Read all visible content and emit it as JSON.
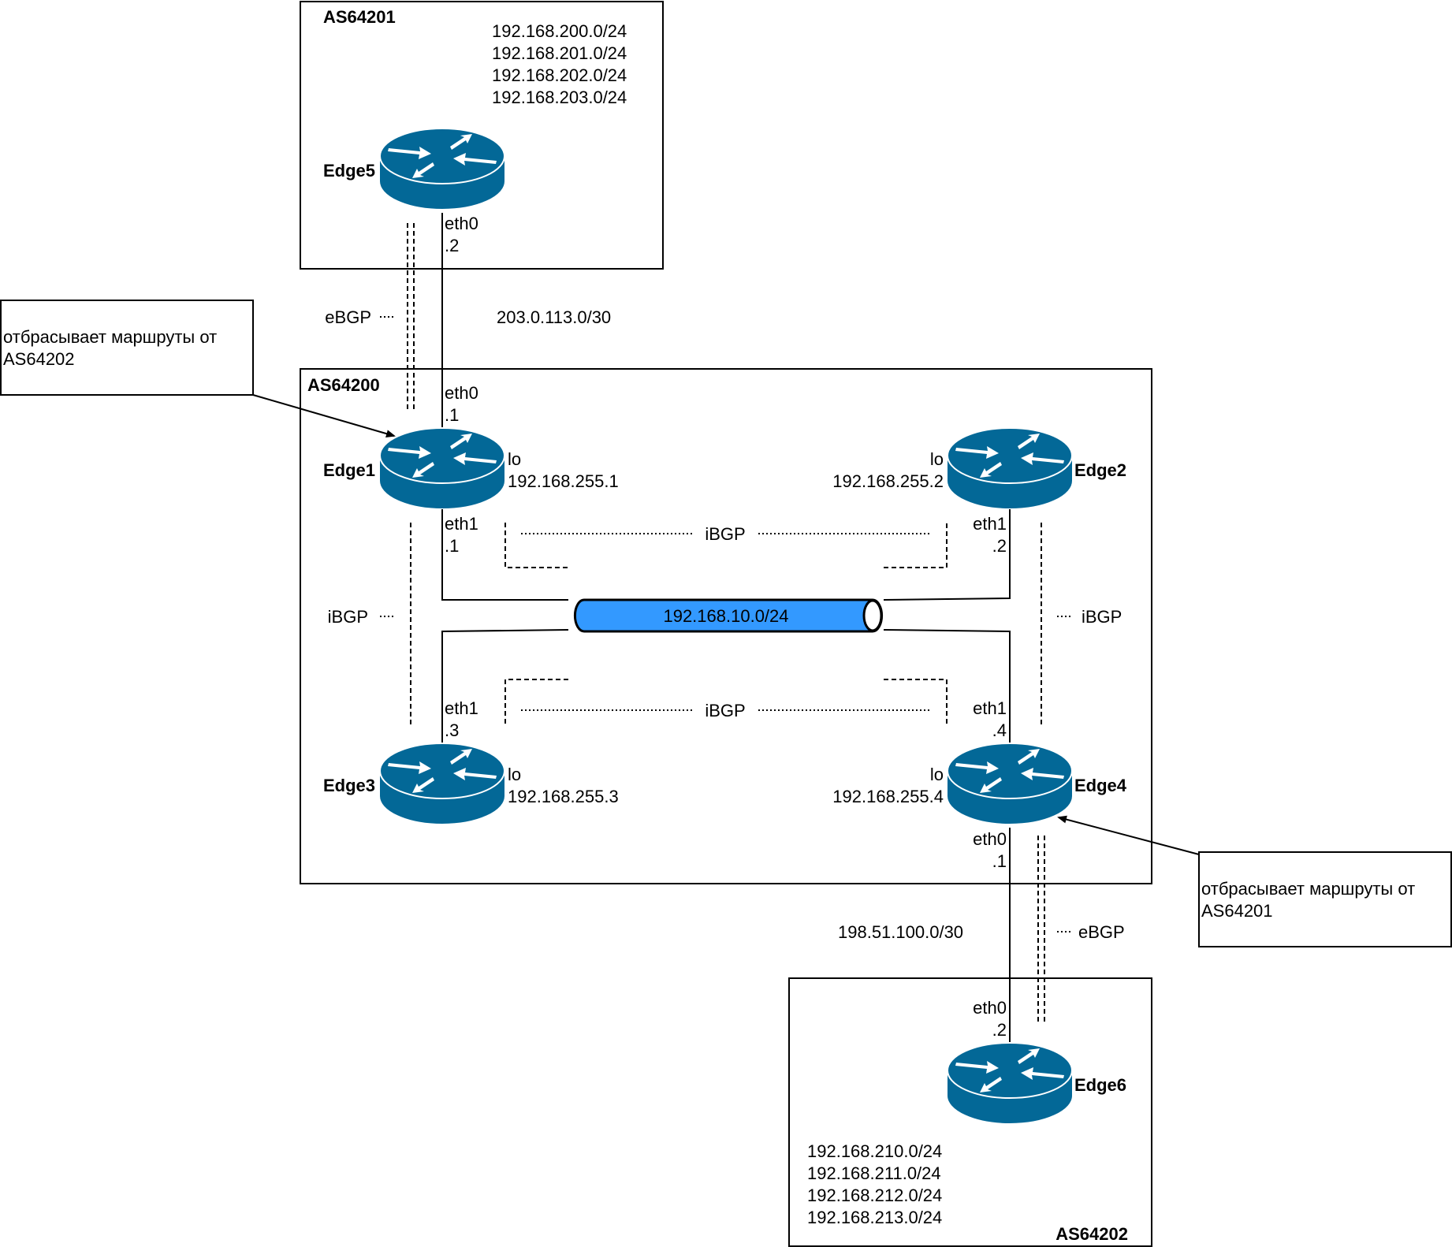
{
  "colors": {
    "router_body": "#036897",
    "bus_fill": "#3399ff",
    "line": "#000000",
    "background": "#ffffff"
  },
  "groups": {
    "as64201": {
      "title": "AS64201",
      "networks": [
        "192.168.200.0/24",
        "192.168.201.0/24",
        "192.168.202.0/24",
        "192.168.203.0/24"
      ]
    },
    "as64200": {
      "title": "AS64200"
    },
    "as64202": {
      "title": "AS64202",
      "networks": [
        "192.168.210.0/24",
        "192.168.211.0/24",
        "192.168.212.0/24",
        "192.168.213.0/24"
      ]
    }
  },
  "routers": {
    "edge1": {
      "name": "Edge1",
      "icon": "router-icon",
      "lo_label": "lo",
      "lo_ip": "192.168.255.1",
      "eth0": "eth0",
      "eth0_ip": ".1",
      "eth1": "eth1",
      "eth1_ip": ".1"
    },
    "edge2": {
      "name": "Edge2",
      "icon": "router-icon",
      "lo_label": "lo",
      "lo_ip": "192.168.255.2",
      "eth1": "eth1",
      "eth1_ip": ".2"
    },
    "edge3": {
      "name": "Edge3",
      "icon": "router-icon",
      "lo_label": "lo",
      "lo_ip": "192.168.255.3",
      "eth1": "eth1",
      "eth1_ip": ".3"
    },
    "edge4": {
      "name": "Edge4",
      "icon": "router-icon",
      "lo_label": "lo",
      "lo_ip": "192.168.255.4",
      "eth0": "eth0",
      "eth0_ip": ".1",
      "eth1": "eth1",
      "eth1_ip": ".4"
    },
    "edge5": {
      "name": "Edge5",
      "icon": "router-icon",
      "eth0": "eth0",
      "eth0_ip": ".2"
    },
    "edge6": {
      "name": "Edge6",
      "icon": "router-icon",
      "eth0": "eth0",
      "eth0_ip": ".2"
    }
  },
  "links": {
    "top_subnet": "203.0.113.0/30",
    "bottom_subnet": "198.51.100.0/30",
    "bus_subnet": "192.168.10.0/24"
  },
  "sessions": {
    "ebgp_top": "eBGP",
    "ebgp_bottom": "eBGP",
    "ibgp_top": "iBGP",
    "ibgp_bottom": "iBGP",
    "ibgp_left": "iBGP",
    "ibgp_right": "iBGP"
  },
  "notes": {
    "left": [
      "отбрасывает маршруты от",
      "AS64202"
    ],
    "right": [
      "отбрасывает маршруты от",
      "AS64201"
    ]
  }
}
